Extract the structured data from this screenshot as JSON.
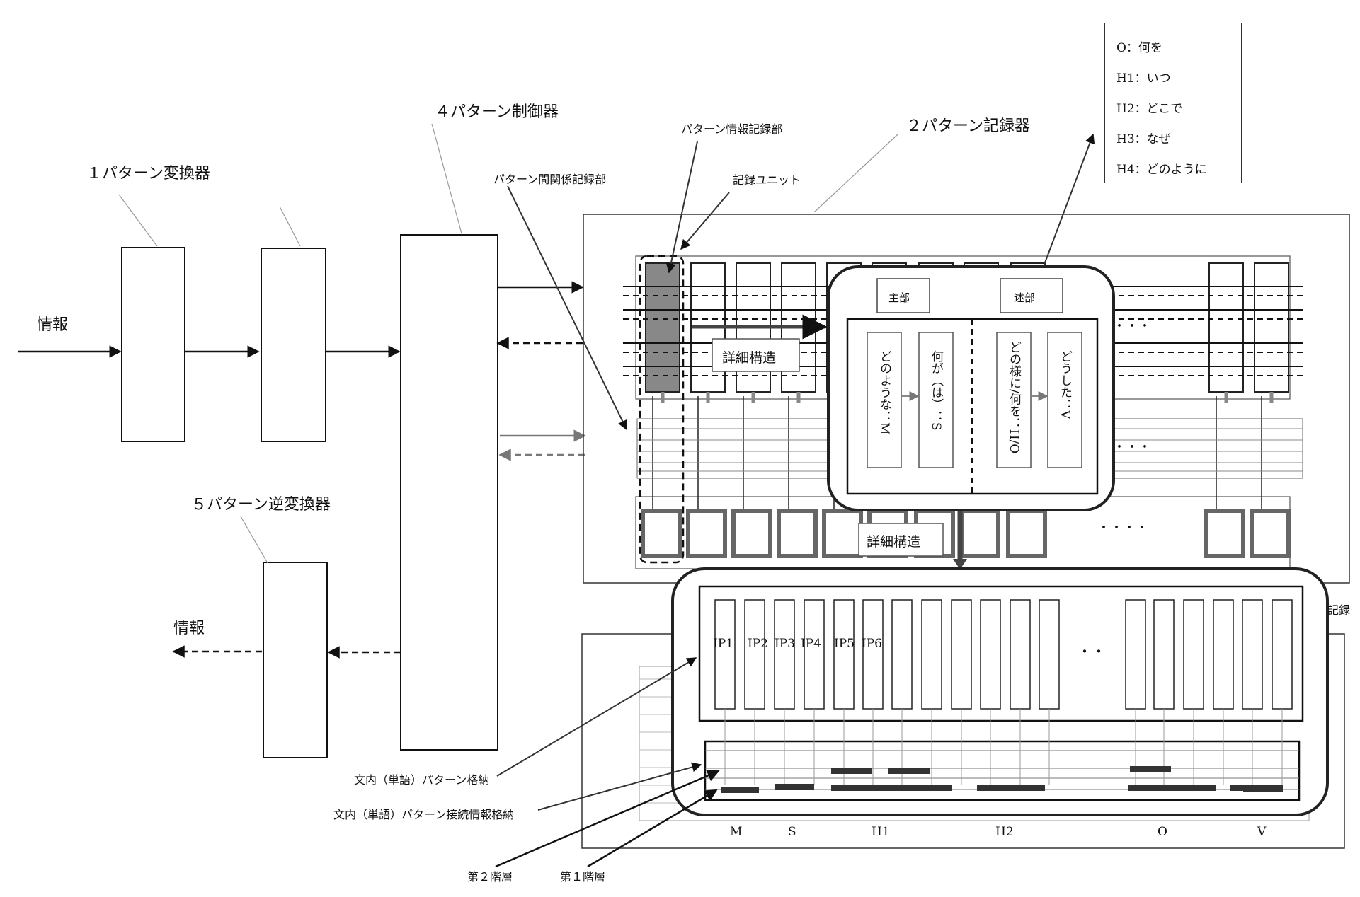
{
  "labels": {
    "converter": "１パターン変換器",
    "controller": "４パターン制御器",
    "recorder": "２パターン記録器",
    "inverse": "５パターン逆変換器",
    "info_in": "情報",
    "info_out": "情報",
    "pattern_info_rec": "パターン情報記録部",
    "relation_rec": "パターン間関係記録部",
    "record_unit": "記録ユニット",
    "detail1": "詳細構造",
    "detail2": "詳細構造",
    "subject_part": "主部",
    "predicate_part": "述部",
    "col_m": "どのような：M",
    "col_s": "何が（は）：S",
    "col_ho": "どの様に/何を：H/O",
    "col_v": "どうした：V",
    "dots_top": "・・・",
    "dots_mid": "・・・",
    "dots_bottom": "・・・・",
    "dots_lower": "・・",
    "word_store": "文内（単語）パターン格納",
    "word_conn_store": "文内（単語）パターン接続情報格納",
    "layer2": "第２階層",
    "layer1": "第１階層",
    "edge_text": "記録"
  },
  "ip_labels": [
    "IP1",
    "IP2",
    "IP3",
    "IP4",
    "IP5",
    "IP6"
  ],
  "axis_labels": [
    "M",
    "S",
    "H1",
    "H2",
    "O",
    "V"
  ],
  "legend": [
    "O：何を",
    "H1：いつ",
    "H2：どこで",
    "H3：なぜ",
    "H4：どのように"
  ]
}
